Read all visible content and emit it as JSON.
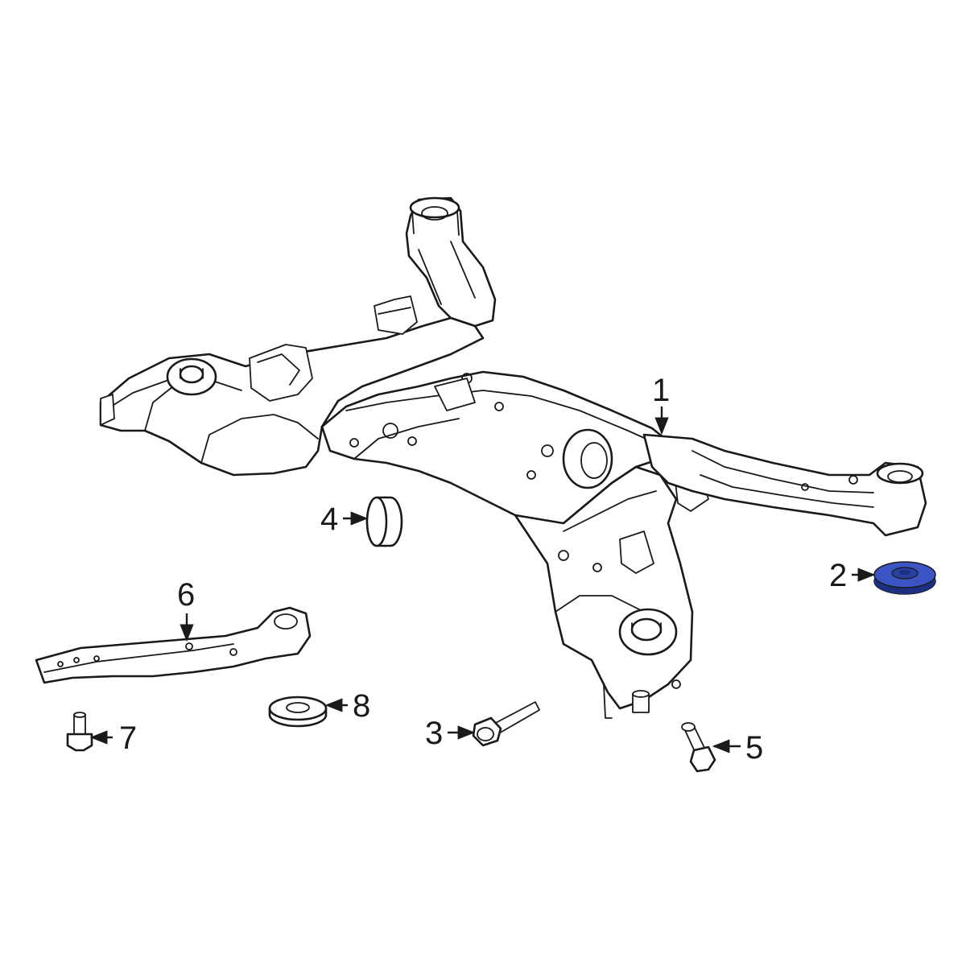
{
  "callouts": {
    "c1": "1",
    "c2": "2",
    "c3": "3",
    "c4": "4",
    "c5": "5",
    "c6": "6",
    "c7": "7",
    "c8": "8"
  },
  "colors": {
    "line": "#1a1a1a",
    "background": "#ffffff",
    "highlight": "#3b54c4",
    "highlight_dark": "#1e2f80"
  },
  "highlighted_part": "2"
}
